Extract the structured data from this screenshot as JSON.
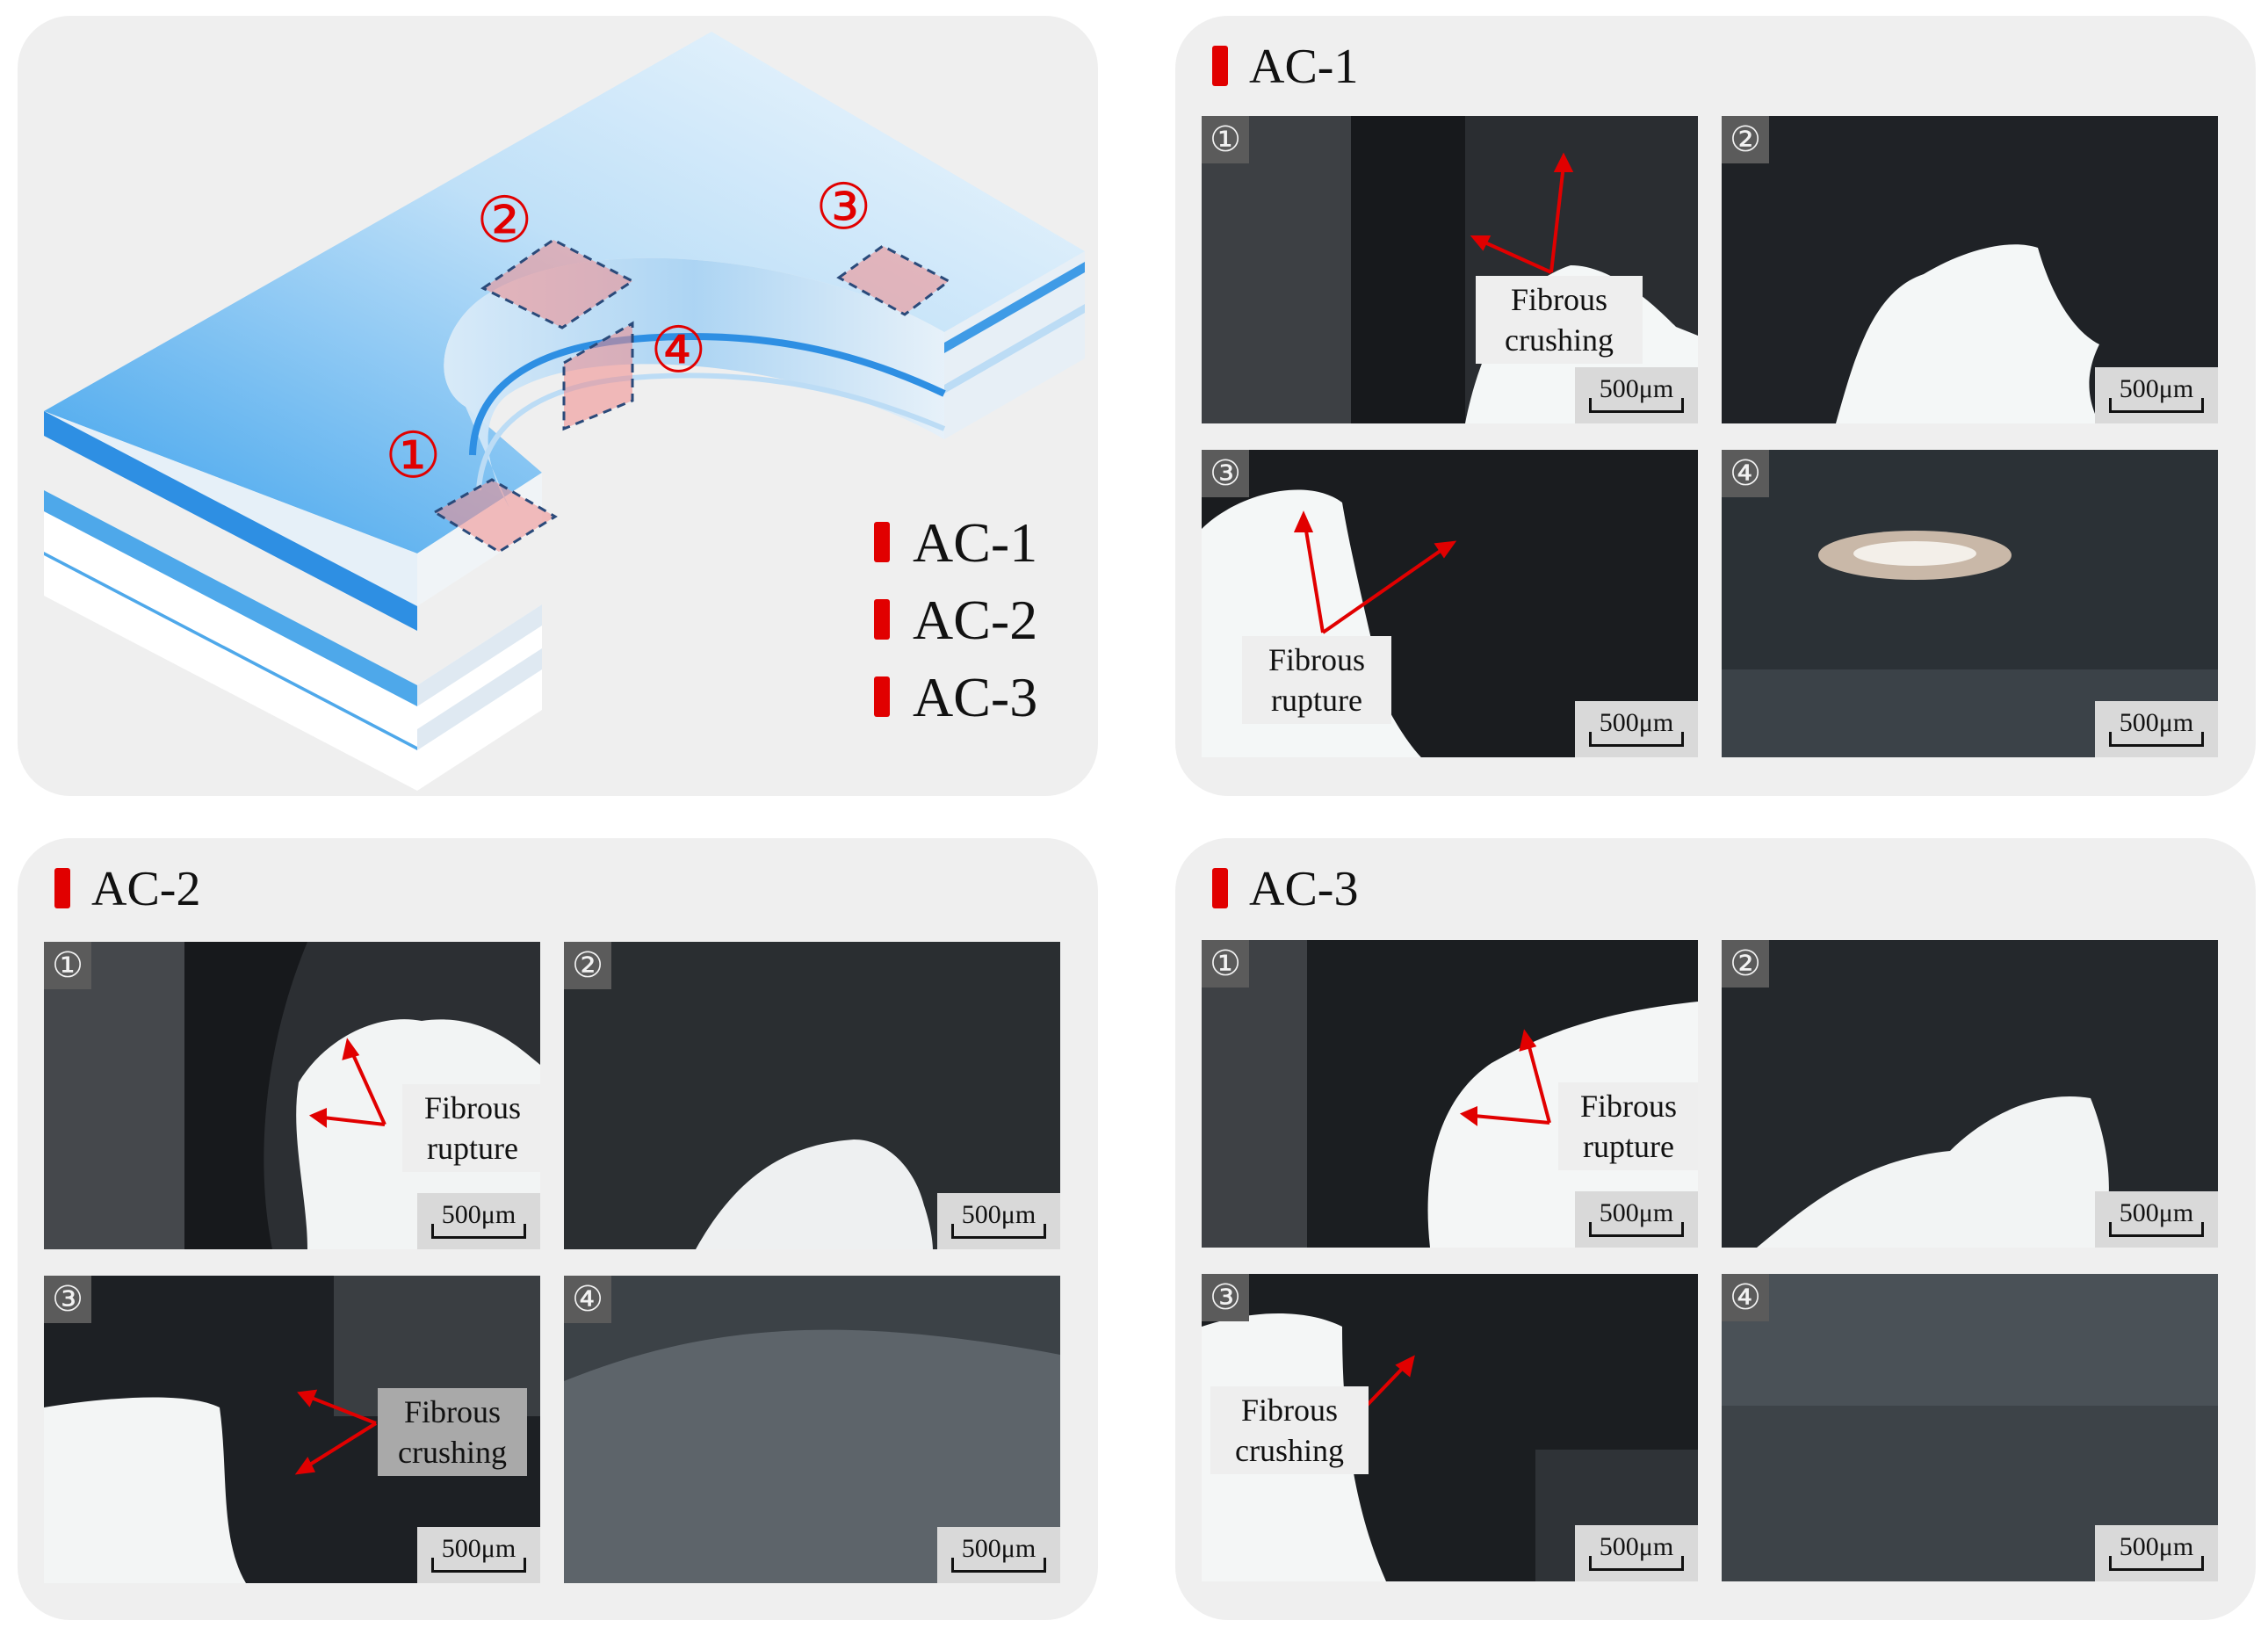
{
  "overview": {
    "markers": [
      "①",
      "②",
      "③",
      "④"
    ],
    "legend": [
      "AC-1",
      "AC-2",
      "AC-3"
    ]
  },
  "panels": {
    "ac1": {
      "title": "AC-1",
      "photos": [
        {
          "num": "①",
          "scale": "500μm",
          "callout": "Fibrous crushing"
        },
        {
          "num": "②",
          "scale": "500μm"
        },
        {
          "num": "③",
          "scale": "500μm",
          "callout": "Fibrous rupture"
        },
        {
          "num": "④",
          "scale": "500μm"
        }
      ]
    },
    "ac2": {
      "title": "AC-2",
      "photos": [
        {
          "num": "①",
          "scale": "500μm",
          "callout": "Fibrous rupture"
        },
        {
          "num": "②",
          "scale": "500μm"
        },
        {
          "num": "③",
          "scale": "500μm",
          "callout": "Fibrous crushing"
        },
        {
          "num": "④",
          "scale": "500μm"
        }
      ]
    },
    "ac3": {
      "title": "AC-3",
      "photos": [
        {
          "num": "①",
          "scale": "500μm",
          "callout": "Fibrous rupture"
        },
        {
          "num": "②",
          "scale": "500μm"
        },
        {
          "num": "③",
          "scale": "500μm",
          "callout": "Fibrous crushing"
        },
        {
          "num": "④",
          "scale": "500μm"
        }
      ]
    }
  },
  "colors": {
    "panel_bg": "#efefef",
    "accent_red": "#e10000",
    "laminate_blue": "#3f9be6"
  }
}
